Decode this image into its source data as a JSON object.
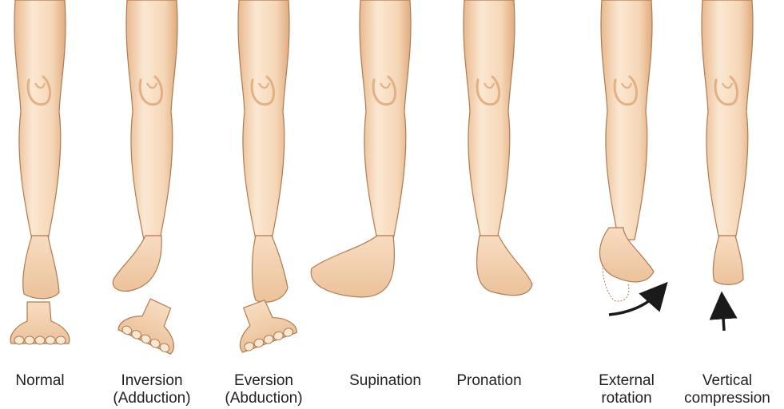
{
  "colors": {
    "skin_light": "#fbe8d2",
    "skin_mid": "#f2cda7",
    "skin_shadow": "#e3b083",
    "outline": "#b07a4f",
    "arrow": "#1a1a1a",
    "label_text": "#1f1f1f"
  },
  "panels": [
    {
      "id": "normal",
      "label_lines": [
        "Normal"
      ],
      "foot": "forward",
      "has_detail": true,
      "detail": "level"
    },
    {
      "id": "inversion",
      "label_lines": [
        "Inversion",
        "(Adduction)"
      ],
      "foot": "inward",
      "has_detail": true,
      "detail": "tilt-in"
    },
    {
      "id": "eversion",
      "label_lines": [
        "Eversion",
        "(Abduction)"
      ],
      "foot": "outward",
      "has_detail": true,
      "detail": "tilt-out"
    },
    {
      "id": "supination",
      "label_lines": [
        "Supination"
      ],
      "foot": "side-left",
      "has_detail": false
    },
    {
      "id": "pronation",
      "label_lines": [
        "Pronation"
      ],
      "foot": "side-right",
      "has_detail": false
    },
    {
      "id": "external-rotation",
      "label_lines": [
        "External",
        "rotation"
      ],
      "foot": "rotated",
      "has_detail": false,
      "arrow": "curved"
    },
    {
      "id": "vertical-compression",
      "label_lines": [
        "Vertical",
        "compression"
      ],
      "foot": "forward-small",
      "has_detail": false,
      "arrow": "up"
    }
  ]
}
